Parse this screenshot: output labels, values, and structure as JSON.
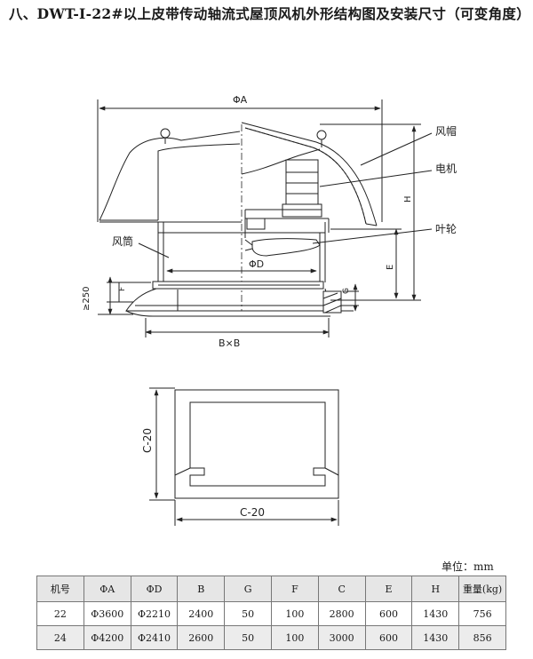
{
  "title": "八、DWT-Ⅰ-22#以上皮带传动轴流式屋顶风机外形结构图及安装尺寸（可变角度）",
  "drawing_labels": {
    "phi_a": "ΦA",
    "phi_d": "ΦD",
    "fengmao": "风帽",
    "dianji": "电机",
    "yelun": "叶轮",
    "fengtong": "风筒",
    "h": "H",
    "e": "E",
    "f": "F",
    "g": "G",
    "ge250": "≥250",
    "bxb": "B×B",
    "c20_v": "C-20",
    "c20_h": "C-20"
  },
  "unit_label": "单位：mm",
  "table": {
    "headers": [
      "机号",
      "ΦA",
      "ΦD",
      "B",
      "G",
      "F",
      "C",
      "E",
      "H",
      "重量(kg)"
    ],
    "rows": [
      [
        "22",
        "Φ3600",
        "Φ2210",
        "2400",
        "50",
        "100",
        "2800",
        "600",
        "1430",
        "756"
      ],
      [
        "24",
        "Φ4200",
        "Φ2410",
        "2600",
        "50",
        "100",
        "3000",
        "600",
        "1430",
        "856"
      ]
    ]
  }
}
